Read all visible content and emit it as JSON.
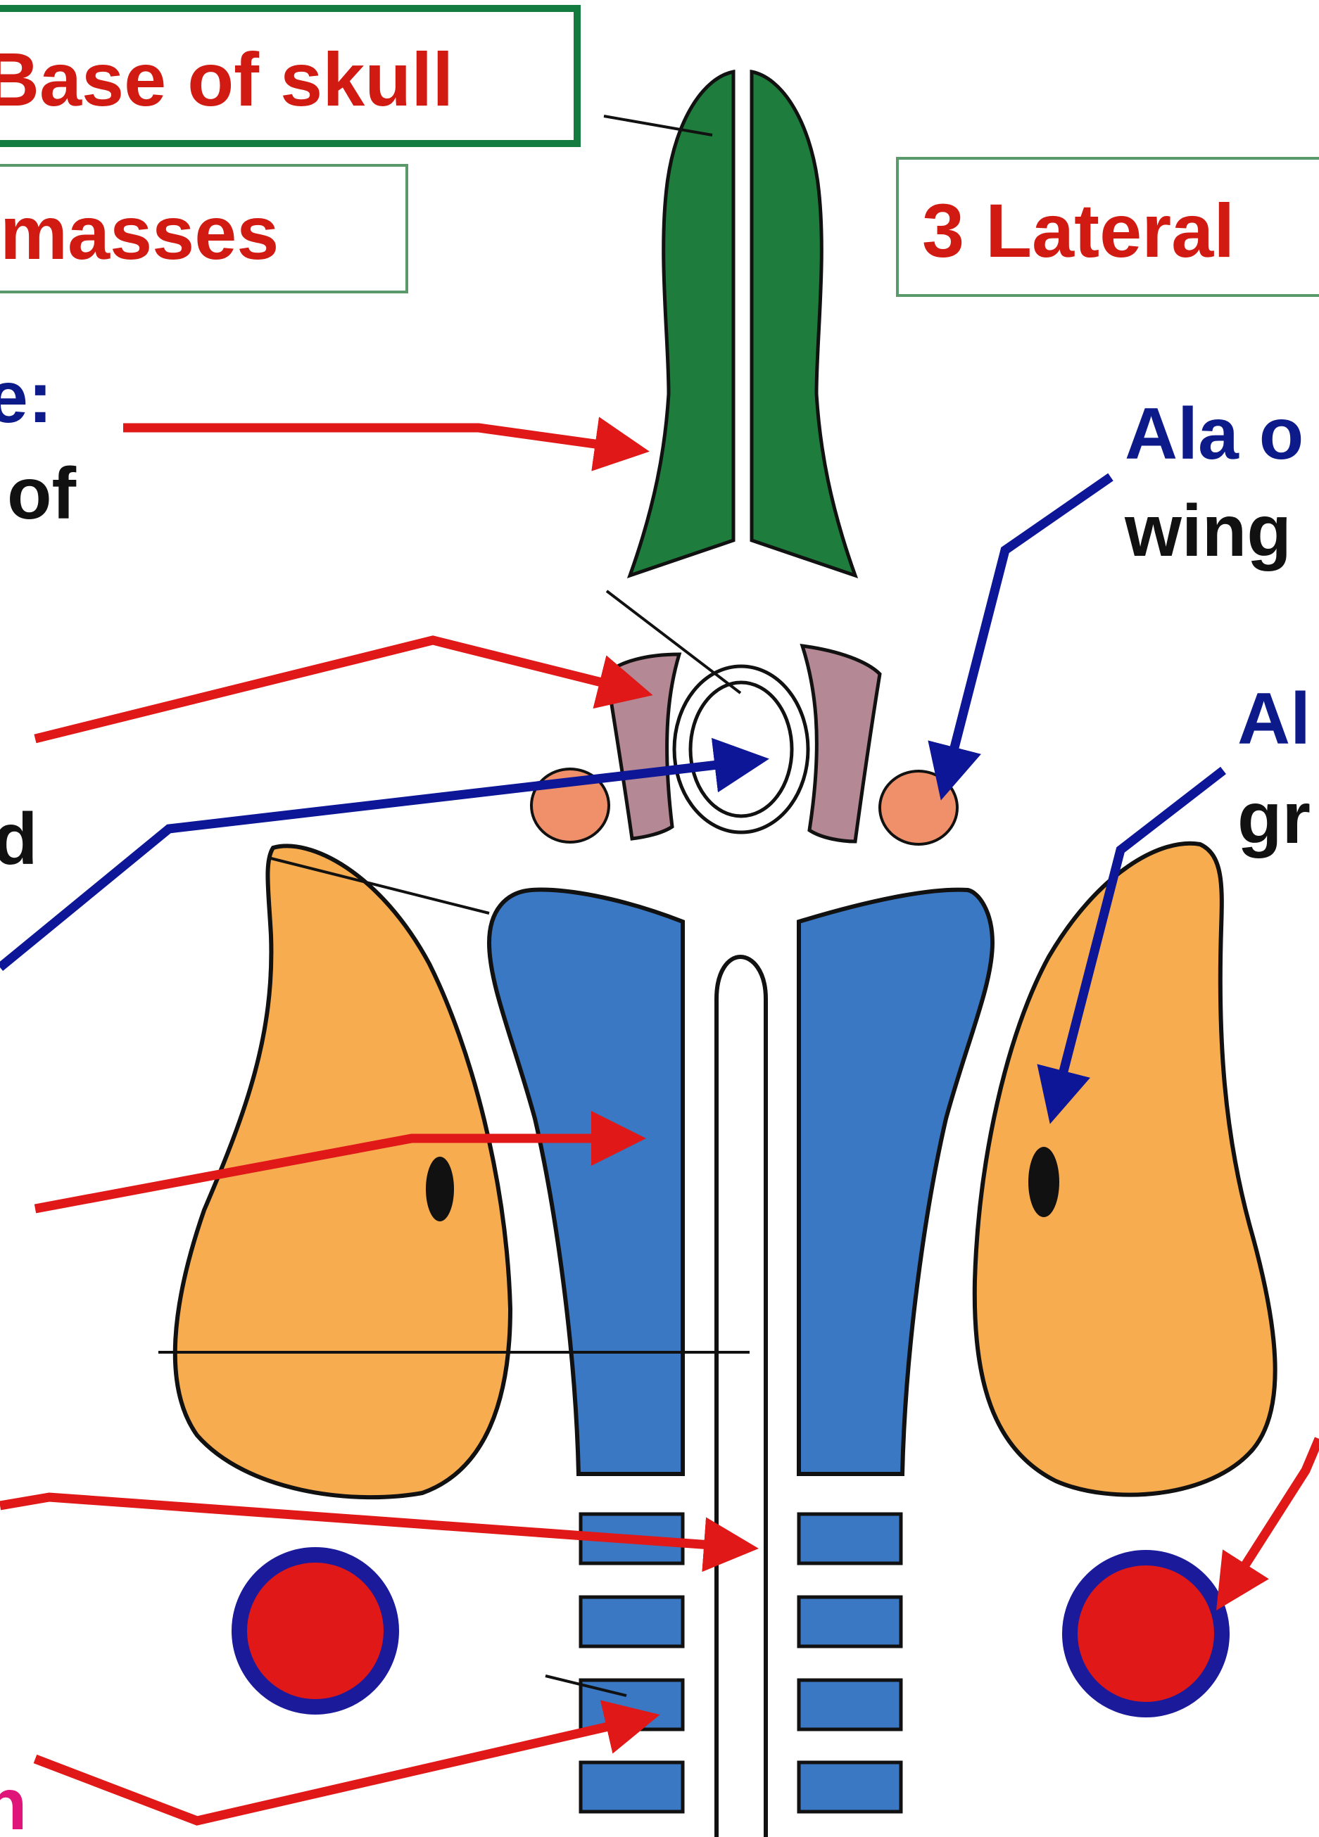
{
  "labels": {
    "base_of_skull": "Base of skull",
    "masses_left": "masses",
    "lateral_right": "3 Lateral",
    "left_e_colon": "e:",
    "left_of": "of",
    "left_d": "d",
    "right_ala_o": "Ala o",
    "right_wing": "wing",
    "right_al": "Al",
    "right_gr": "gr",
    "bottom_left_fragment": "n"
  },
  "colors": {
    "base_of_skull_fill": "#1e7d3c",
    "pink_fill": "#b48895",
    "salmon_fill": "#f0906a",
    "blue_fill": "#3a78c4",
    "orange_fill": "#f7ac50",
    "red_arrow": "#e01818",
    "blue_arrow": "#0c1696",
    "label_red": "#d11a12",
    "label_blue": "#0c1a8a",
    "label_magenta": "#e0157a",
    "box_green_thick": "#137a40",
    "box_green_thin": "#5a9a6a"
  }
}
